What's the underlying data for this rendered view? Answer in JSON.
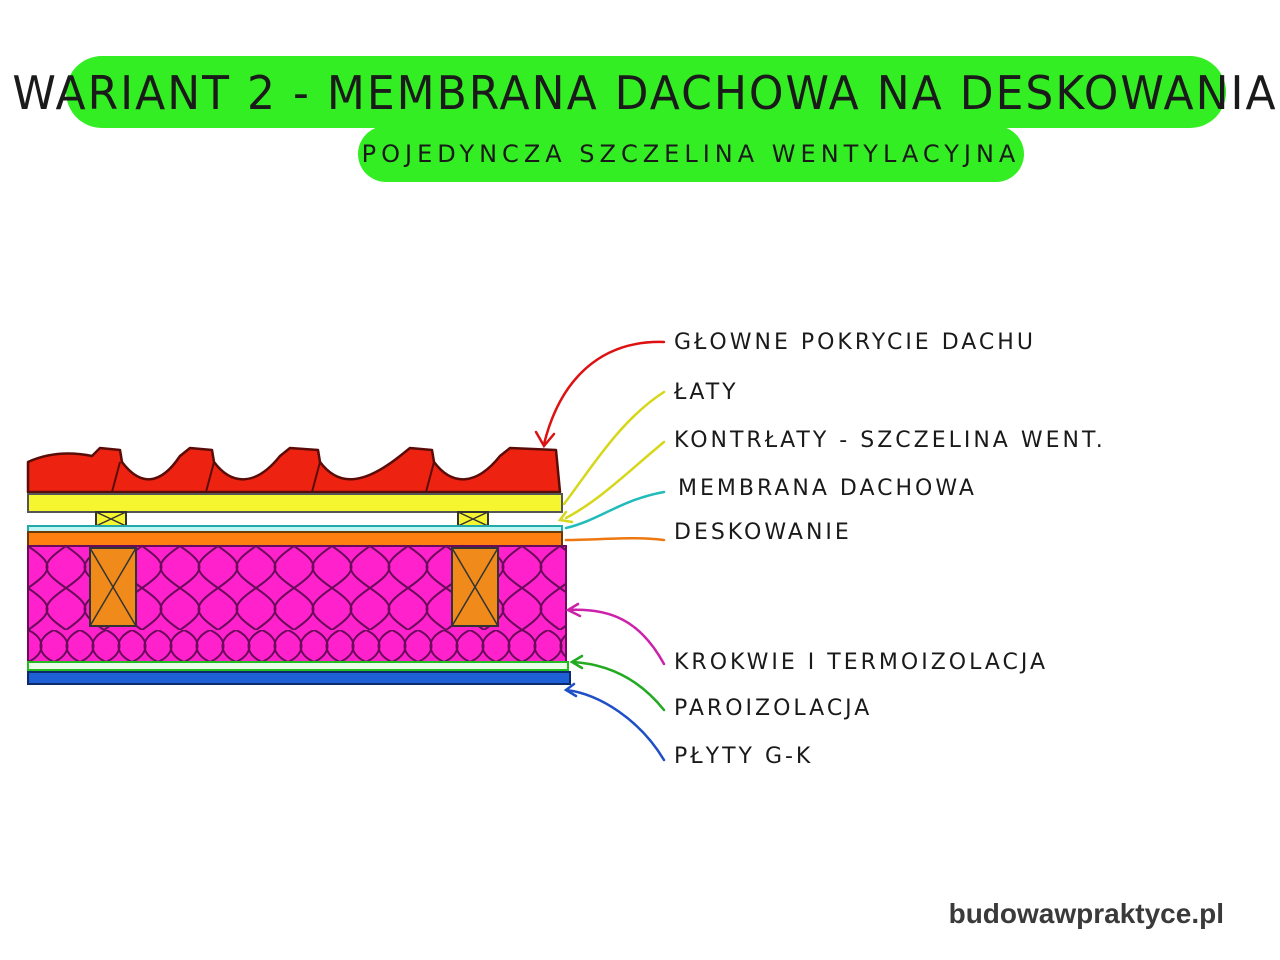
{
  "header": {
    "title": "WARIANT 2 - MEMBRANA DACHOWA NA DESKOWANIA",
    "subtitle": "POJEDYNCZA SZCZELINA WENTYLACYJNA"
  },
  "labels": {
    "roof_covering": "GŁOWNE POKRYCIE DACHU",
    "battens": "ŁATY",
    "counter_battens": "KONTRŁATY - SZCZELINA WENT.",
    "membrane": "MEMBRANA DACHOWA",
    "boarding": "DESKOWANIE",
    "rafters_insulation": "KROKWIE I TERMOIZOLACJA",
    "vapor_barrier": "PAROIZOLACJA",
    "gk_boards": "PŁYTY G-K"
  },
  "colors": {
    "banner": "#33ee22",
    "roof_covering": "#ee2211",
    "battens": "#f5f530",
    "membrane": "#22cccc",
    "boarding": "#ff7f11",
    "insulation": "#ff22cc",
    "rafter": "#f08a1a",
    "vapor_barrier": "#22bb22",
    "gk_boards": "#1e5fd6"
  },
  "footer": {
    "site": "budowawpraktyce.pl"
  }
}
